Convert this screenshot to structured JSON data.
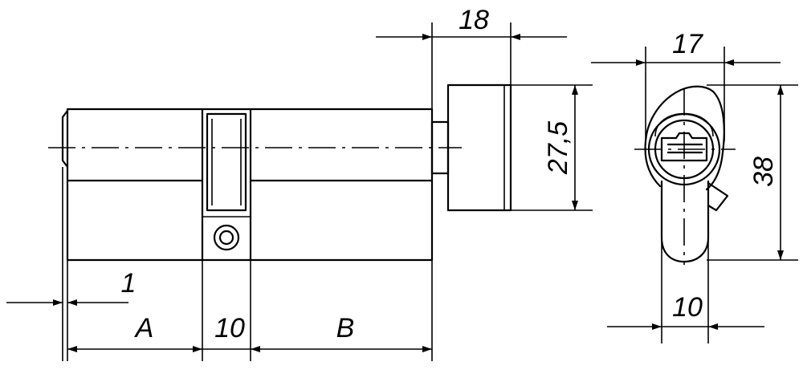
{
  "drawing": {
    "dimensions": {
      "cam_length": "18",
      "cam_height": "27,5",
      "side_width": "17",
      "side_height": "38",
      "side_base_width": "10",
      "offset": "1",
      "length_a": "A",
      "center_width": "10",
      "length_b": "B"
    }
  }
}
